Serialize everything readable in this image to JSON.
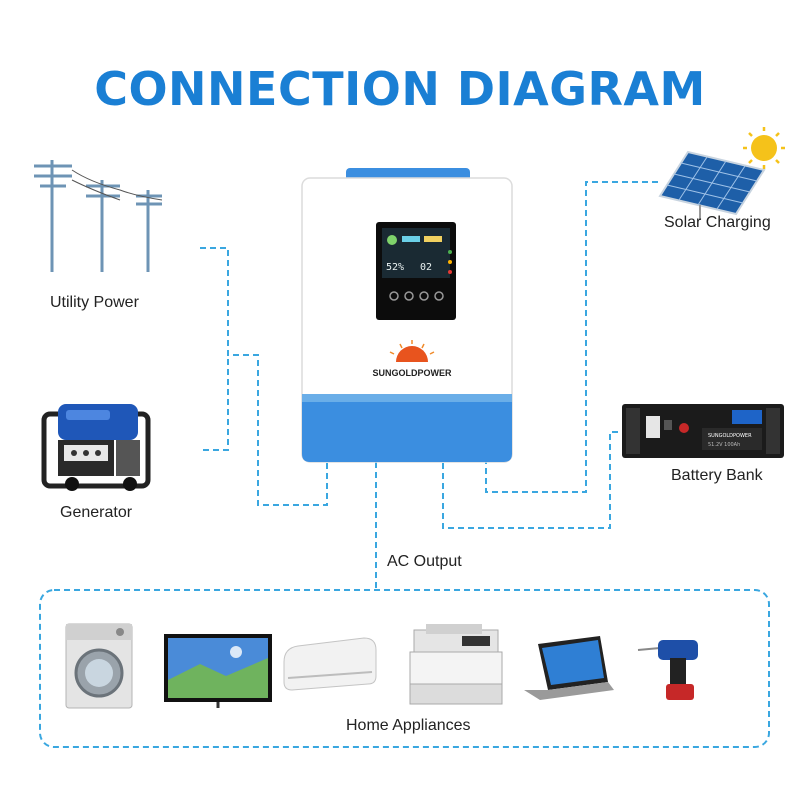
{
  "title": "CONNECTION DIAGRAM",
  "labels": {
    "utility": "Utility Power",
    "generator": "Generator",
    "solar": "Solar Charging",
    "battery": "Battery Bank",
    "ac_output": "AC Output",
    "home": "Home Appliances"
  },
  "inverter": {
    "brand": "SUNGOLDPOWER",
    "lcd_left": "52%",
    "lcd_right": "02"
  },
  "battery_unit": {
    "brand": "SUNGOLDPOWER",
    "model": "51.2V 100Ah"
  },
  "colors": {
    "accent": "#1a7fd4",
    "line": "#3aa7e0",
    "inverter_blue": "#3b8ee0"
  }
}
